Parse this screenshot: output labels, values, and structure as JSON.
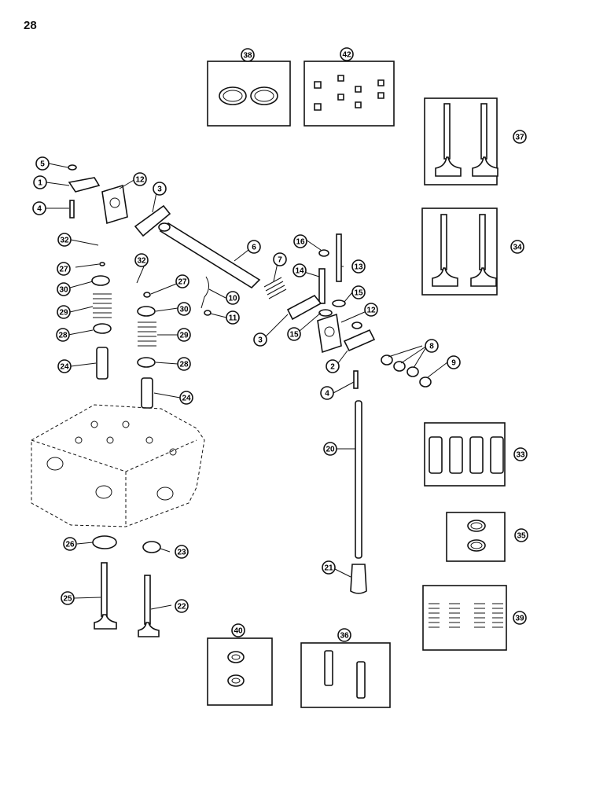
{
  "page_number": "28",
  "callouts": [
    "1",
    "2",
    "3",
    "3",
    "4",
    "4",
    "5",
    "6",
    "7",
    "8",
    "9",
    "10",
    "11",
    "12",
    "12",
    "13",
    "14",
    "15",
    "15",
    "16",
    "20",
    "21",
    "22",
    "23",
    "24",
    "24",
    "25",
    "26",
    "27",
    "27",
    "28",
    "28",
    "29",
    "29",
    "30",
    "30",
    "32",
    "32",
    "33",
    "34",
    "35",
    "36",
    "37",
    "38",
    "39",
    "40",
    "42"
  ],
  "colors": {
    "line": "#111111",
    "background": "#ffffff"
  }
}
